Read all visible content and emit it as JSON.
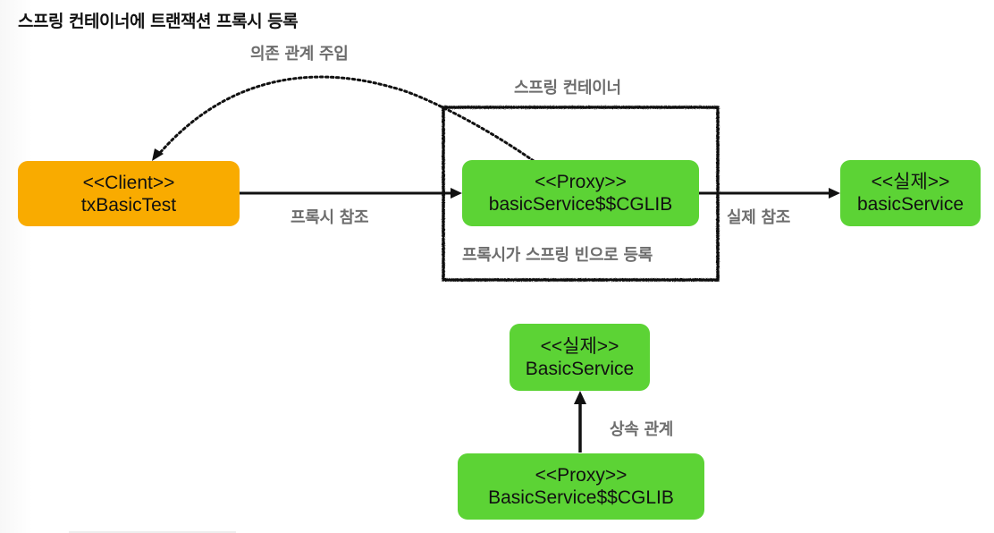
{
  "title": "스프링 컨테이너에 트랜잭션 프록시 등록",
  "colors": {
    "client": "#f9ab00",
    "bean": "#5cd335",
    "label": "#6d6d6d",
    "line": "#111111"
  },
  "labels": {
    "dependency_injection": "의존 관계 주입",
    "spring_container": "스프링 컨테이너",
    "proxy_reference": "프록시 참조",
    "real_reference": "실제 참조",
    "proxy_registered": "프록시가 스프링 빈으로 등록",
    "inheritance": "상속 관계"
  },
  "nodes": {
    "client": {
      "stereotype": "<<Client>>",
      "name": "txBasicTest"
    },
    "proxy": {
      "stereotype": "<<Proxy>>",
      "name": "basicService$$CGLIB"
    },
    "real": {
      "stereotype": "<<실제>>",
      "name": "basicService"
    },
    "real_class": {
      "stereotype": "<<실제>>",
      "name": "BasicService"
    },
    "proxy_class": {
      "stereotype": "<<Proxy>>",
      "name": "BasicService$$CGLIB"
    }
  }
}
